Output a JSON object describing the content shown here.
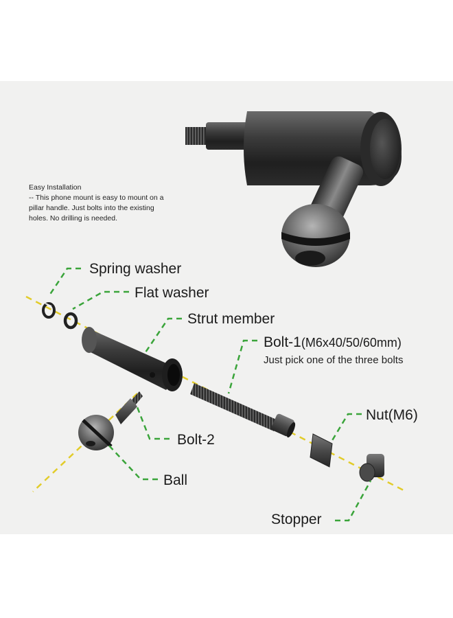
{
  "note": {
    "title": "Easy Installation",
    "lines": [
      "-- This phone mount is easy to mount on a",
      "pillar handle. Just bolts into the existing",
      "holes. No drilling is needed."
    ]
  },
  "labels": {
    "spring_washer": "Spring washer",
    "flat_washer": "Flat washer",
    "strut_member": "Strut member",
    "bolt1_name": "Bolt-1",
    "bolt1_size": "(M6x40/50/60mm)",
    "bolt1_note": "Just pick one of the three bolts",
    "nut": "Nut(M6)",
    "bolt2": "Bolt-2",
    "ball": "Ball",
    "stopper": "Stopper"
  },
  "colors": {
    "leader": "#3aa43a",
    "axis": "#e2cc2a",
    "background": "#f1f1f0",
    "metal_dark": "#3e3e3e"
  }
}
